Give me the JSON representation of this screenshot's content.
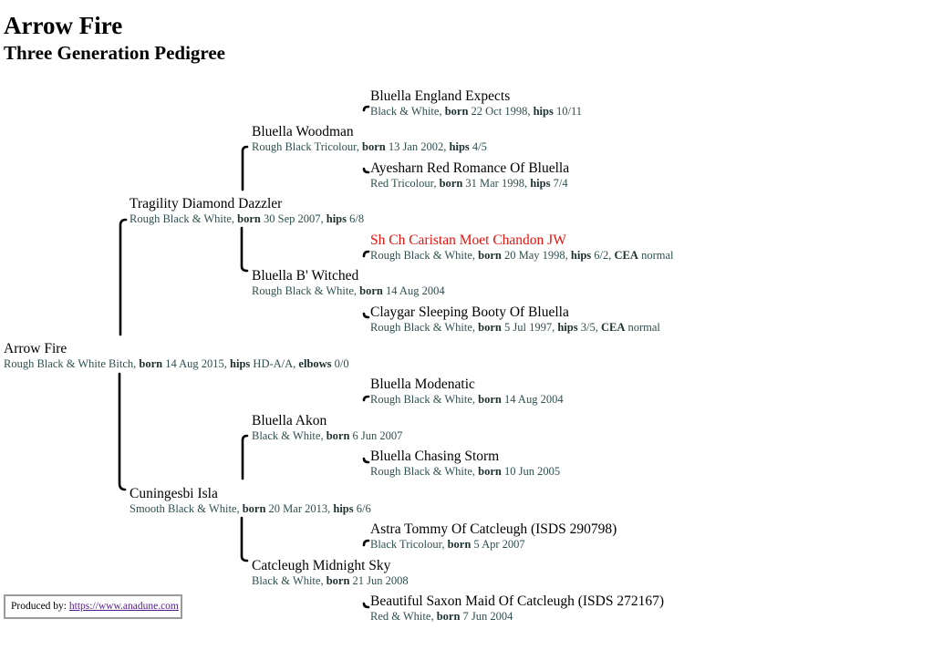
{
  "title": "Arrow Fire",
  "subtitle": "Three Generation Pedigree",
  "nodes": {
    "subject": {
      "name": "Arrow Fire",
      "desc": "Rough Black & White Bitch",
      "born": "14 Aug 2015",
      "hips": "HD-A/A",
      "elbows": "0/0"
    },
    "sire": {
      "name": "Tragility Diamond Dazzler",
      "desc": "Rough Black & White",
      "born": "30 Sep 2007",
      "hips": "6/8"
    },
    "dam": {
      "name": "Cuningesbi Isla",
      "desc": "Smooth Black & White",
      "born": "20 Mar 2013",
      "hips": "6/6"
    },
    "ss": {
      "name": "Bluella Woodman",
      "desc": "Rough Black Tricolour",
      "born": "13 Jan 2002",
      "hips": "4/5"
    },
    "sd": {
      "name": "Bluella B' Witched",
      "desc": "Rough Black & White",
      "born": "14 Aug 2004"
    },
    "ds": {
      "name": "Bluella Akon",
      "desc": "Black & White",
      "born": "6 Jun 2007"
    },
    "dd": {
      "name": "Catcleugh Midnight Sky",
      "desc": "Black & White",
      "born": "21 Jun 2008"
    },
    "sss": {
      "name": "Bluella England Expects",
      "desc": "Black & White",
      "born": "22 Oct 1998",
      "hips": "10/11"
    },
    "ssd": {
      "name": "Ayesharn Red Romance Of Bluella",
      "desc": "Red Tricolour",
      "born": "31 Mar 1998",
      "hips": "7/4"
    },
    "sds": {
      "name": "Sh Ch Caristan Moet Chandon JW",
      "desc": "Rough Black & White",
      "born": "20 May 1998",
      "hips": "6/2",
      "cea": "normal"
    },
    "sdd": {
      "name": "Claygar Sleeping Booty Of Bluella",
      "desc": "Rough Black & White",
      "born": "5 Jul 1997",
      "hips": "3/5",
      "cea": "normal"
    },
    "dss": {
      "name": "Bluella Modenatic",
      "desc": "Rough Black & White",
      "born": "14 Aug 2004"
    },
    "dsd": {
      "name": "Bluella Chasing Storm",
      "desc": "Rough Black & White",
      "born": "10 Jun 2005"
    },
    "dds": {
      "name": "Astra Tommy Of Catcleugh (ISDS 290798)",
      "desc": "Black Tricolour",
      "born": "5 Apr 2007"
    },
    "ddd": {
      "name": "Beautiful Saxon Maid Of Catcleugh (ISDS 272167)",
      "desc": "Red & White",
      "born": "7 Jun 2004"
    }
  },
  "labels": {
    "born": "born",
    "hips": "hips",
    "cea": "CEA",
    "elbows": "elbows"
  },
  "footer": {
    "text": "Produced by:",
    "link": "https://www.anadune.com"
  }
}
